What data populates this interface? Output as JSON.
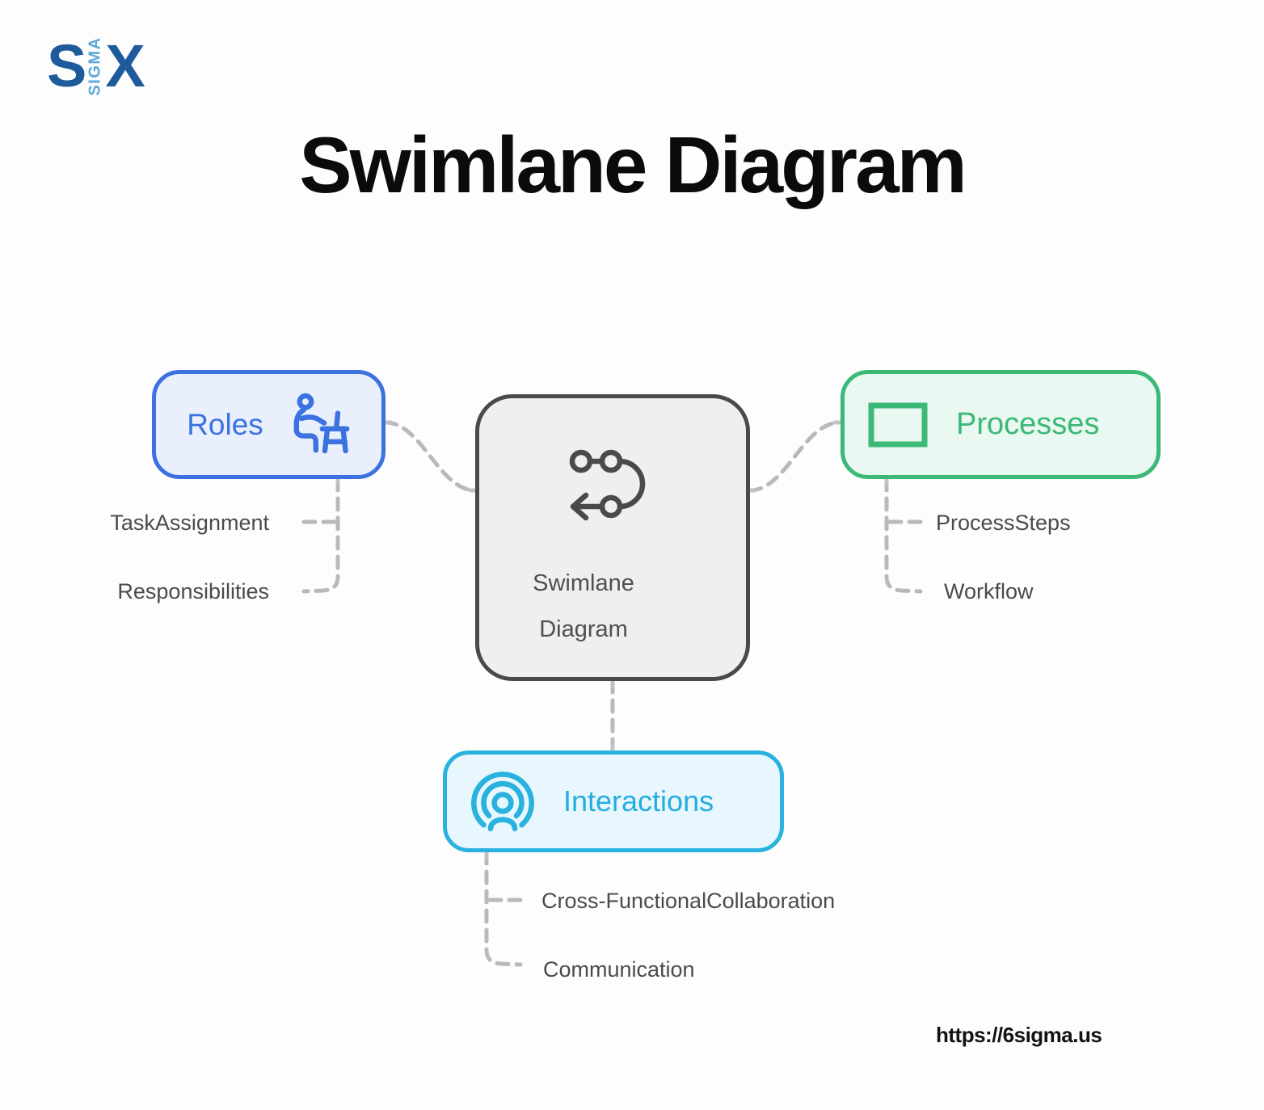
{
  "logo": {
    "six_s": "S",
    "sigma_vertical": "SIGMA",
    "six_x": "X"
  },
  "page_title": "Swimlane Diagram",
  "center_node": {
    "title_line1": "Swimlane",
    "title_line2": "Diagram",
    "icon": "route-flow-icon"
  },
  "roles_node": {
    "label": "Roles",
    "icon": "person-at-desk-icon",
    "items": {
      "task_assignment": "TaskAssignment",
      "responsibilities": "Responsibilities"
    }
  },
  "processes_node": {
    "label": "Processes",
    "icon": "rectangle-icon",
    "items": {
      "process_steps": "ProcessSteps",
      "workflow": "Workflow"
    }
  },
  "interactions_node": {
    "label": "Interactions",
    "icon": "broadcast-person-icon",
    "items": {
      "cross_functional": "Cross-FunctionalCollaboration",
      "communication": "Communication"
    }
  },
  "footer": {
    "url_text": "https://6sigma.us"
  },
  "colors": {
    "roles_accent": "#3b72e0",
    "roles_fill": "#e9effc",
    "processes_accent": "#3cb877",
    "processes_fill": "#e9f8f0",
    "interactions_accent": "#29b2de",
    "interactions_fill": "#e7f7fd",
    "center_border": "#4a4a4a",
    "center_fill": "#efefef",
    "connector_gray": "#b9b9b9",
    "label_text": "#4b4b4b",
    "logo_dark_blue": "#1d5b9b",
    "logo_light_blue": "#5ea9d8"
  }
}
